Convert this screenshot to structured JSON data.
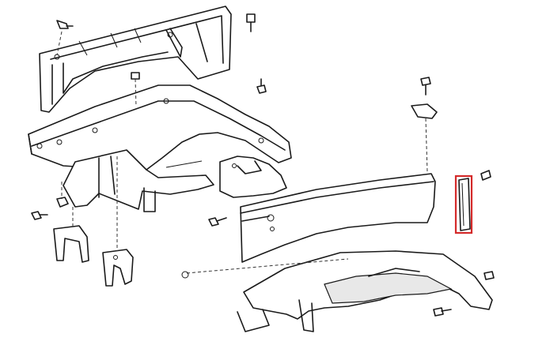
{
  "colors": {
    "highlight": "#d42a2a",
    "line": "#1a1a1a",
    "background": "#ffffff"
  },
  "parts": [
    "rear-panel",
    "left-fender",
    "inner-splash-shield",
    "mounting-bracket",
    "small-bracket",
    "right-fender",
    "right-inner-liner",
    "fender-extension-strip",
    "support-brackets"
  ],
  "highlighted_part": "fender-extension-strip"
}
